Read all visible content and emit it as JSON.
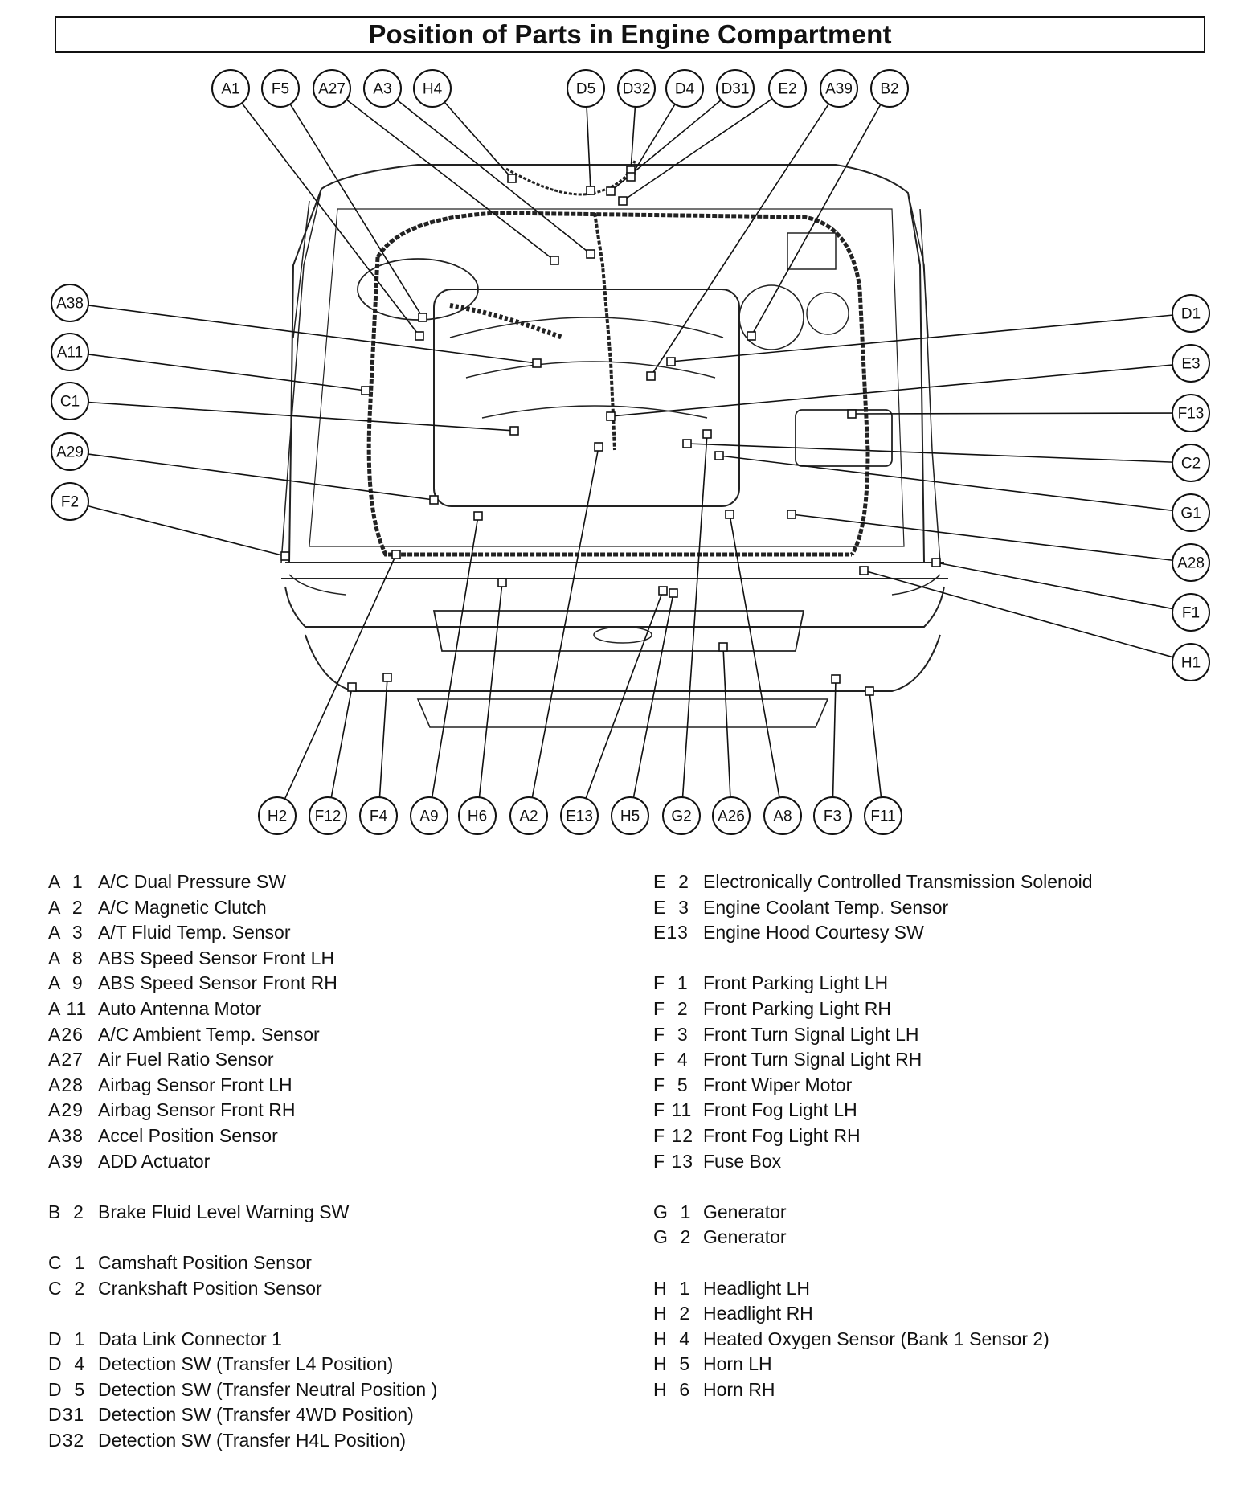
{
  "title": "Position of Parts in Engine Compartment",
  "callouts": {
    "top": [
      "A1",
      "F5",
      "A27",
      "A3",
      "H4",
      "D5",
      "D32",
      "D4",
      "D31",
      "E2",
      "A39",
      "B2"
    ],
    "left": [
      "A38",
      "A11",
      "C1",
      "A29",
      "F2"
    ],
    "right": [
      "D1",
      "E3",
      "F13",
      "C2",
      "G1",
      "A28",
      "F1",
      "H1"
    ],
    "bottom": [
      "H2",
      "F12",
      "F4",
      "A9",
      "H6",
      "A2",
      "E13",
      "H5",
      "G2",
      "A26",
      "A8",
      "F3",
      "F11"
    ]
  },
  "legend_left": [
    [
      {
        "code": "A  1",
        "name": "A/C Dual Pressure SW"
      },
      {
        "code": "A  2",
        "name": "A/C Magnetic Clutch"
      },
      {
        "code": "A  3",
        "name": "A/T Fluid Temp. Sensor"
      },
      {
        "code": "A  8",
        "name": "ABS Speed Sensor Front LH"
      },
      {
        "code": "A  9",
        "name": "ABS Speed Sensor Front RH"
      },
      {
        "code": "A 11",
        "name": "Auto Antenna Motor"
      },
      {
        "code": "A26",
        "name": "A/C Ambient Temp. Sensor"
      },
      {
        "code": "A27",
        "name": "Air Fuel Ratio Sensor"
      },
      {
        "code": "A28",
        "name": "Airbag Sensor Front LH"
      },
      {
        "code": "A29",
        "name": "Airbag Sensor Front RH"
      },
      {
        "code": "A38",
        "name": "Accel Position Sensor"
      },
      {
        "code": "A39",
        "name": "ADD Actuator"
      }
    ],
    [
      {
        "code": "B  2",
        "name": "Brake Fluid Level Warning SW"
      }
    ],
    [
      {
        "code": "C  1",
        "name": "Camshaft Position Sensor"
      },
      {
        "code": "C  2",
        "name": "Crankshaft Position Sensor"
      }
    ],
    [
      {
        "code": "D  1",
        "name": "Data Link Connector 1"
      },
      {
        "code": "D  4",
        "name": "Detection SW (Transfer L4 Position)"
      },
      {
        "code": "D  5",
        "name": "Detection SW (Transfer Neutral Position )"
      },
      {
        "code": "D31",
        "name": "Detection SW (Transfer 4WD Position)"
      },
      {
        "code": "D32",
        "name": "Detection SW (Transfer H4L Position)"
      }
    ]
  ],
  "legend_right": [
    [
      {
        "code": "E  2",
        "name": "Electronically Controlled Transmission Solenoid"
      },
      {
        "code": "E  3",
        "name": "Engine Coolant Temp. Sensor"
      },
      {
        "code": "E13",
        "name": "Engine Hood Courtesy SW"
      }
    ],
    [
      {
        "code": "F  1",
        "name": "Front Parking Light LH"
      },
      {
        "code": "F  2",
        "name": "Front Parking Light RH"
      },
      {
        "code": "F  3",
        "name": "Front Turn Signal Light LH"
      },
      {
        "code": "F  4",
        "name": "Front Turn Signal Light RH"
      },
      {
        "code": "F  5",
        "name": "Front Wiper Motor"
      },
      {
        "code": "F 11",
        "name": "Front Fog Light LH"
      },
      {
        "code": "F 12",
        "name": "Front Fog Light RH"
      },
      {
        "code": "F 13",
        "name": "Fuse Box"
      }
    ],
    [
      {
        "code": "G  1",
        "name": "Generator"
      },
      {
        "code": "G  2",
        "name": "Generator"
      }
    ],
    [
      {
        "code": "H  1",
        "name": "Headlight LH"
      },
      {
        "code": "H  2",
        "name": "Headlight RH"
      },
      {
        "code": "H  4",
        "name": "Heated Oxygen Sensor (Bank 1 Sensor 2)"
      },
      {
        "code": "H  5",
        "name": "Horn LH"
      },
      {
        "code": "H  6",
        "name": "Horn RH"
      }
    ]
  ]
}
